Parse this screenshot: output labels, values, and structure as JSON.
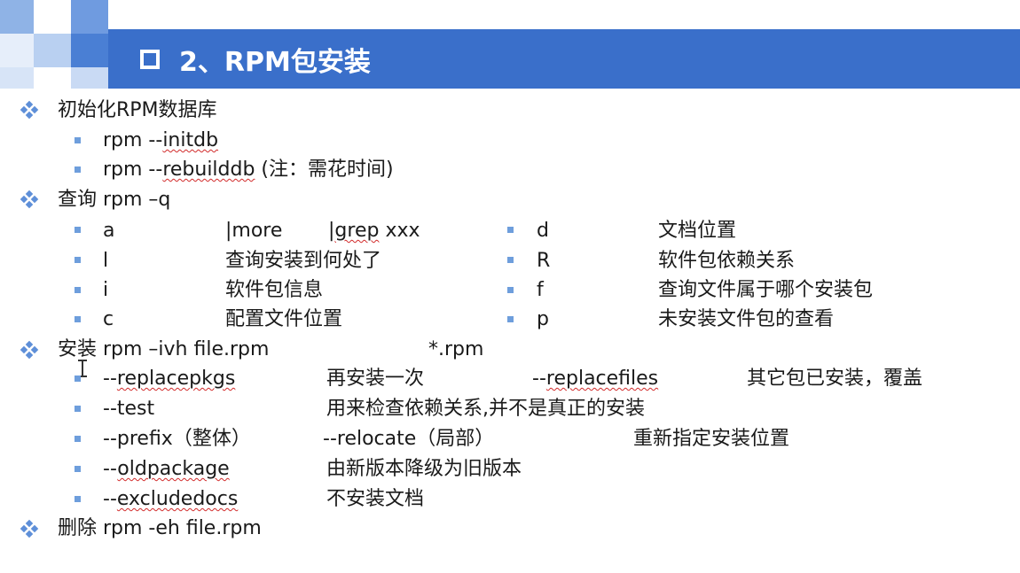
{
  "title": "2、RPM包安装",
  "sections": {
    "init": {
      "heading": "初始化RPM数据库",
      "items": [
        "rpm --initdb",
        "rpm --rebuilddb (注：需花时间)"
      ]
    },
    "query": {
      "heading": "查询   rpm –q",
      "rows": [
        {
          "opt": "a",
          "desc": "|more",
          "extra": "|grep xxx",
          "opt2": "d",
          "desc2": "文档位置"
        },
        {
          "opt": "l",
          "desc": "查询安装到何处了",
          "extra": "",
          "opt2": "R",
          "desc2": "软件包依赖关系"
        },
        {
          "opt": "i",
          "desc": "软件包信息",
          "extra": "",
          "opt2": "f",
          "desc2": "查询文件属于哪个安装包"
        },
        {
          "opt": "c",
          "desc": "配置文件位置",
          "extra": "",
          "opt2": "p",
          "desc2": "未安装文件包的查看"
        }
      ]
    },
    "install": {
      "heading": "安装   rpm –ivh   file.rpm",
      "heading_extra": "*.rpm",
      "rows": [
        {
          "opt": "--replacepkgs",
          "desc": "再安装一次",
          "opt2": "--replacefiles",
          "desc2": "其它包已安装，覆盖"
        },
        {
          "opt": "--test",
          "desc": "用来检查依赖关系,并不是真正的安装",
          "opt2": "",
          "desc2": ""
        },
        {
          "opt": "--prefix（整体）",
          "desc": "--relocate（局部）",
          "opt2": "",
          "desc2": "重新指定安装位置"
        },
        {
          "opt": "--oldpackage",
          "desc": "由新版本降级为旧版本",
          "opt2": "",
          "desc2": ""
        },
        {
          "opt": "--excludedocs",
          "desc": "不安装文档",
          "opt2": "",
          "desc2": ""
        }
      ]
    },
    "remove": {
      "heading": "删除    rpm  -eh  file.rpm"
    }
  },
  "colors": {
    "title_bar": "#3a6fca",
    "bullet": "#5e8fd8",
    "spell_underline": "#d12a2a"
  }
}
